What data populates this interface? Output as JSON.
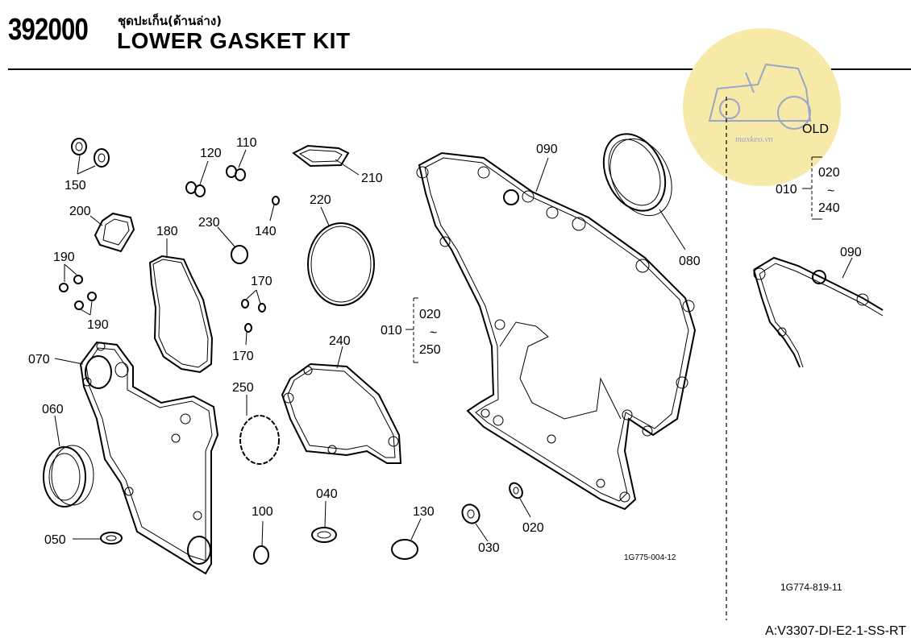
{
  "header": {
    "code": "392000",
    "title_thai": "ชุดปะเก็น(ด้านล่าง)",
    "title_en": "LOWER GASKET KIT"
  },
  "labels": {
    "l150": "150",
    "l120": "120",
    "l110": "110",
    "l210": "210",
    "l090": "090",
    "l200": "200",
    "l230": "230",
    "l140": "140",
    "l220": "220",
    "l180": "180",
    "l080": "080",
    "l190a": "190",
    "l190b": "190",
    "l170a": "170",
    "l170b": "170",
    "l010": "010",
    "l020": "020",
    "tilde": "~",
    "l250": "250",
    "l070": "070",
    "l240": "240",
    "l250b": "250",
    "l060": "060",
    "l100": "100",
    "l040": "040",
    "l130": "130",
    "l020b": "020",
    "l050": "050",
    "l030": "030"
  },
  "old_panel": {
    "old": "OLD",
    "l010": "010",
    "l020": "020",
    "tilde": "~",
    "l240": "240",
    "l090": "090",
    "diagram_code": "1G774-819-11"
  },
  "diagram_code": "1G775-004-12",
  "footer": "A:V3307-DI-E2-1-SS-RT",
  "watermark": "maxkeo.vn",
  "colors": {
    "watermark_circle": "#f7e9a8",
    "watermark_ink": "#9aa6c8"
  }
}
